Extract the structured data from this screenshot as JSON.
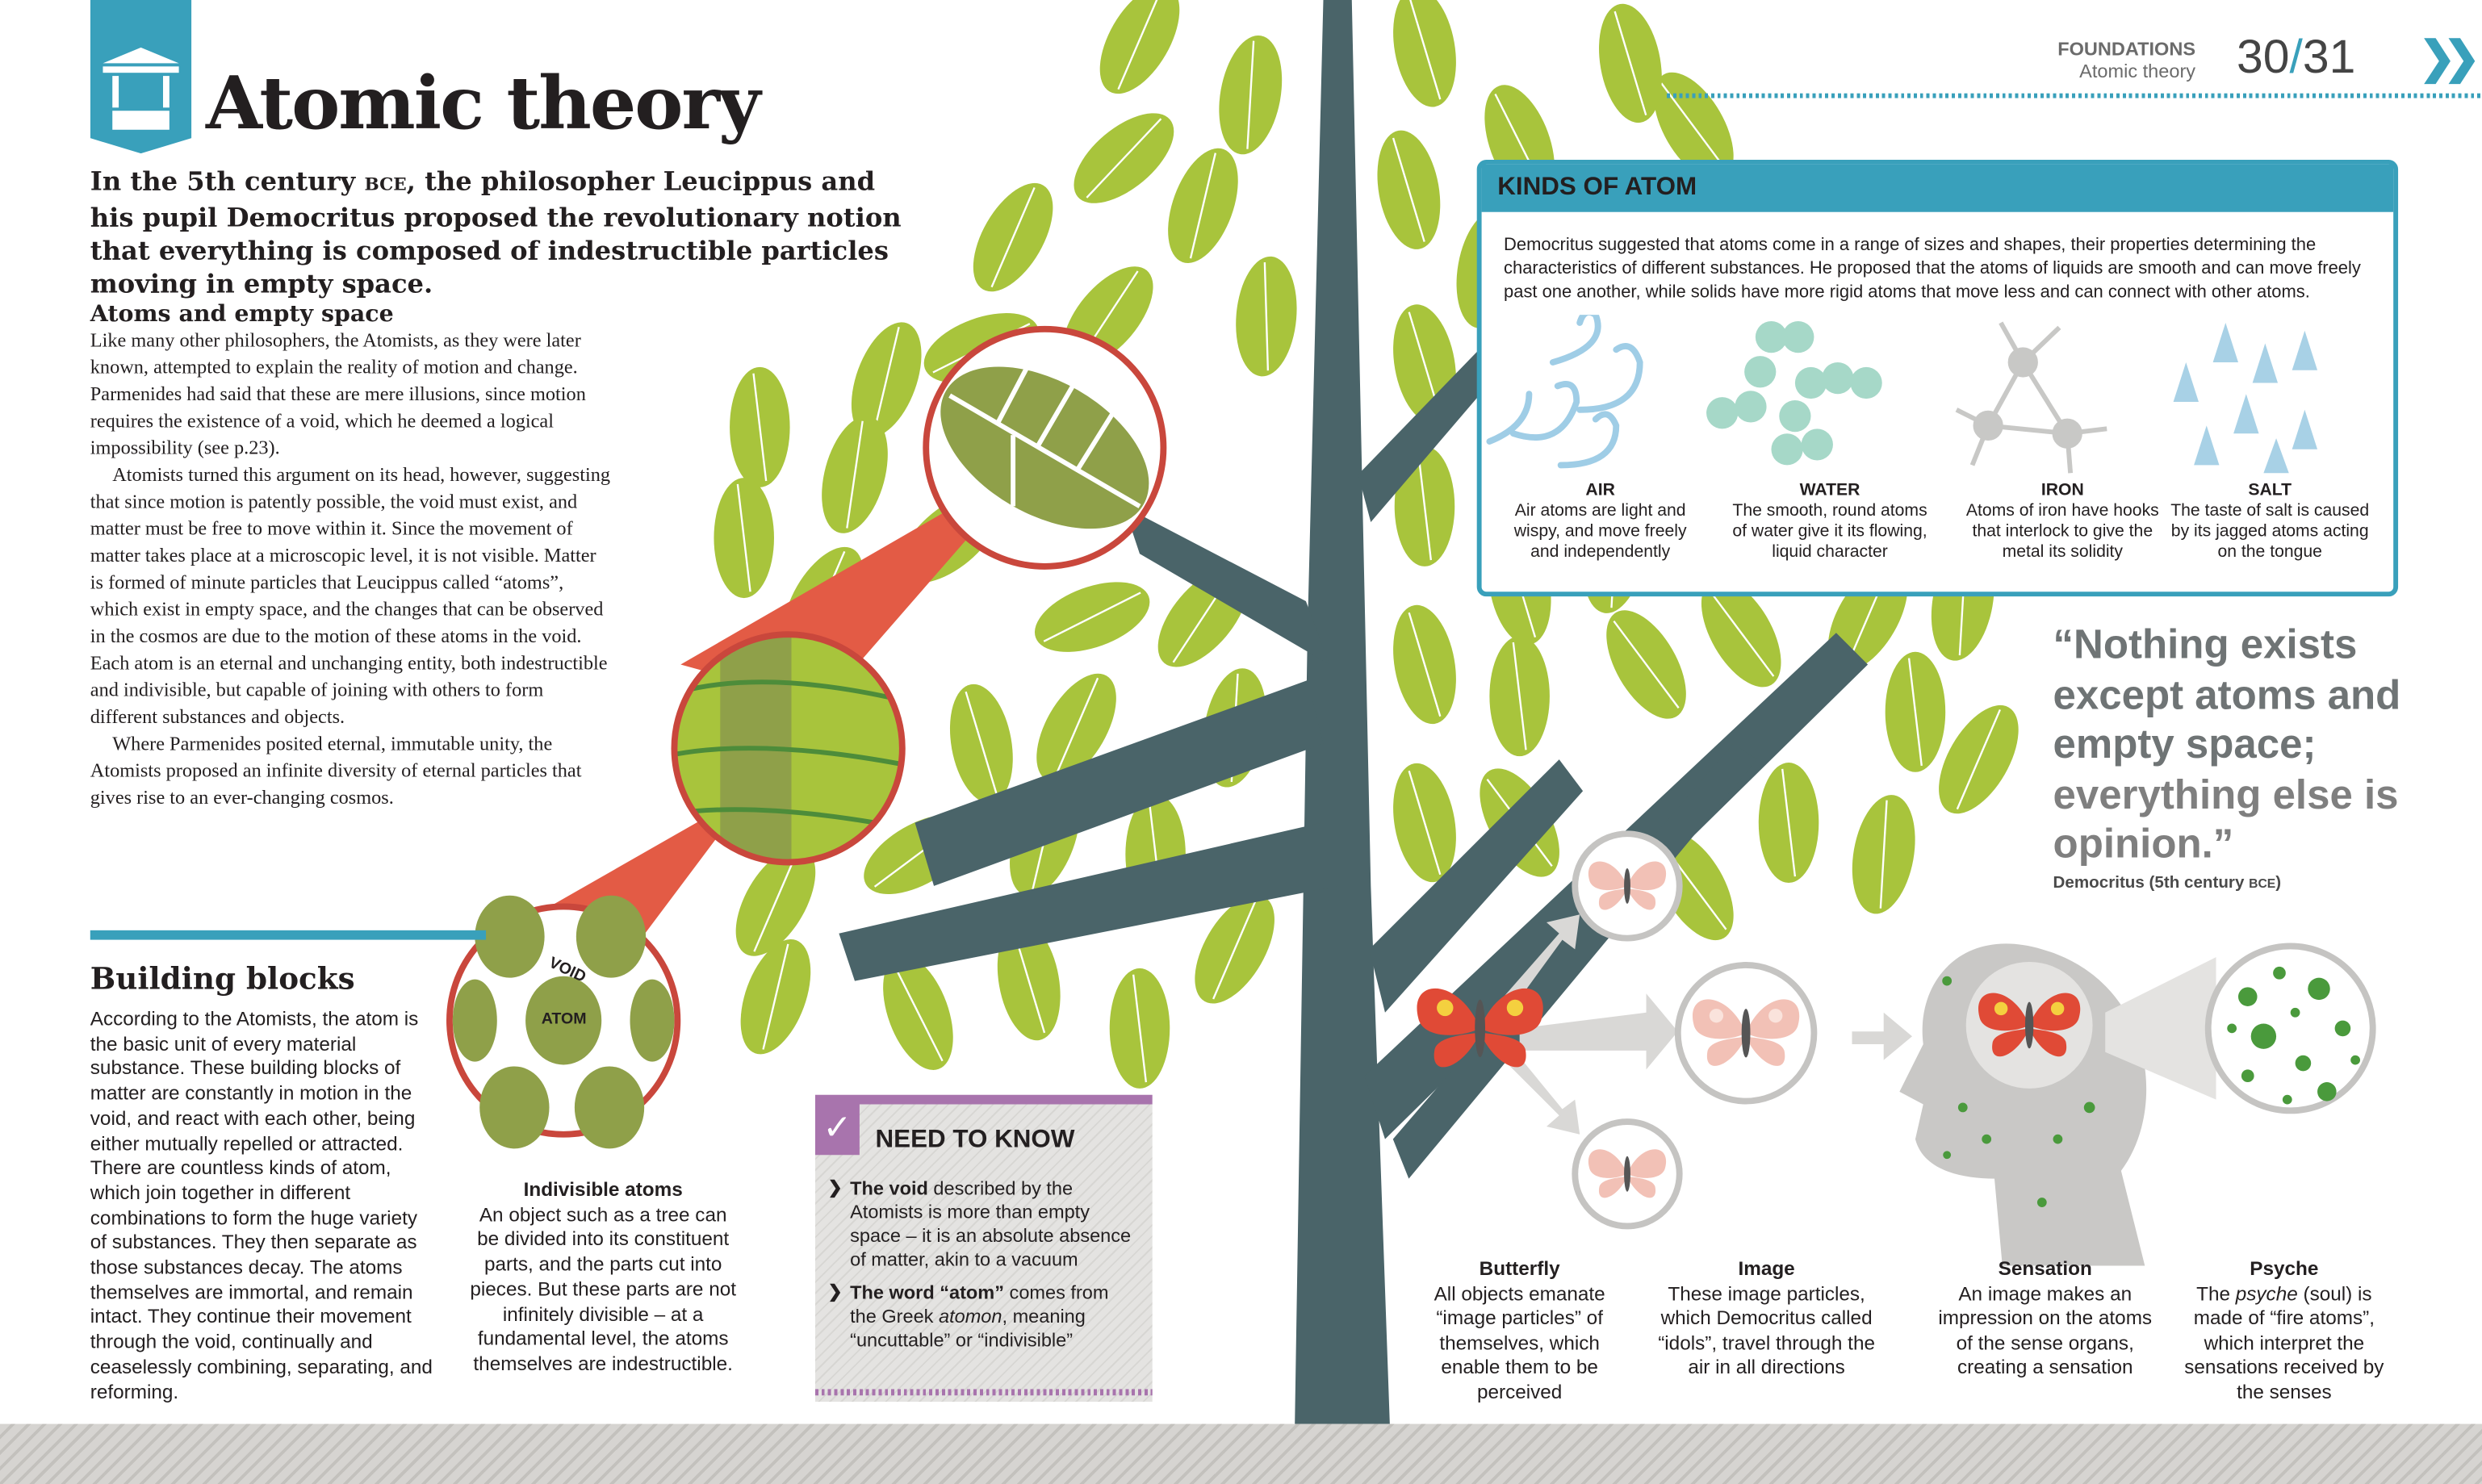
{
  "header": {
    "section": "FOUNDATIONS",
    "subsection": "Atomic theory",
    "page_left": "30",
    "page_sep": "/",
    "page_right": "31",
    "next_icon": "double-chevron-right-icon"
  },
  "title": "Atomic theory",
  "title_icon": "greek-temple-icon",
  "intro": {
    "before": "In the 5th century ",
    "era": "BCE",
    "after": ", the philosopher Leucippus and his pupil Democritus proposed the revolutionary notion that everything is composed of indestructible particles moving in empty space."
  },
  "atoms_empty_space": {
    "heading": "Atoms and empty space",
    "paragraphs": [
      "Like many other philosophers, the Atomists, as they were later known, attempted to explain the reality of motion and change. Parmenides had said that these are mere illusions, since motion requires the existence of a void, which he deemed a logical impossibility (see p.23).",
      "Atomists turned this argument on its head, however, suggesting that since motion is patently possible, the void must exist, and matter must be free to move within it. Since the movement of matter takes place at a microscopic level, it is not visible. Matter is formed of minute particles that Leucippus called “atoms”, which exist in empty space, and the changes that can be observed in the cosmos are due to the motion of these atoms in the void. Each atom is an eternal and unchanging entity, both indestructible and indivisible, but capable of joining with others to form different substances and objects.",
      "Where Parmenides posited eternal, immutable unity, the Atomists proposed an infinite diversity of eternal particles that gives rise to an ever-changing cosmos."
    ]
  },
  "building_blocks": {
    "heading": "Building blocks",
    "text": "According to the Atomists, the atom is the basic unit of every material substance. These building blocks of matter are constantly in motion in the void, and react with each other, being either mutually repelled or attracted. There are countless kinds of atom, which join together in different combinations to form the huge variety of substances. They then separate as those substances decay. The atoms themselves are immortal, and remain intact. They continue their movement through the void, continually and ceaselessly combining, separating, and reforming."
  },
  "diagram_labels": {
    "void": "VOID",
    "atom": "ATOM"
  },
  "indivisible": {
    "heading": "Indivisible atoms",
    "text": "An object such as a tree can be divided into its constituent parts, and the parts cut into pieces. But these parts are not infinitely divisible – at a fundamental level, the atoms themselves are indestructible."
  },
  "need_to_know": {
    "heading": "NEED TO KNOW",
    "icon": "checkmark-icon",
    "items": [
      {
        "bold": "The void",
        "text": " described by the Atomists is more than empty space – it is an absolute absence of matter, akin to a vacuum"
      },
      {
        "bold": "The word “atom”",
        "text": " comes from the Greek ",
        "italic": "atomon",
        "text2": ", meaning “uncuttable” or “indivisible”"
      }
    ]
  },
  "kinds_of_atom": {
    "heading": "KINDS OF ATOM",
    "description": "Democritus suggested that atoms come in a range of sizes and shapes, their properties determining the characteristics of different substances. He proposed that the atoms of liquids are smooth and can move freely past one another, while solids have more rigid atoms that move less and can connect with other atoms.",
    "kinds": [
      {
        "name": "AIR",
        "text": "Air atoms are light and wispy, and move freely and independently",
        "color": "#9fcde6"
      },
      {
        "name": "WATER",
        "text": "The smooth, round atoms of water give it its flowing, liquid character",
        "color": "#a6d8c8"
      },
      {
        "name": "IRON",
        "text": "Atoms of iron have hooks that interlock to give the metal its solidity",
        "color": "#c8c8c6"
      },
      {
        "name": "SALT",
        "text": "The taste of salt is caused by its jagged atoms acting on the tongue",
        "color": "#a8d1e6"
      }
    ]
  },
  "quote": {
    "line1": "“Nothing exists except atoms and empty space;",
    "line2": "everything else is opinion.”",
    "attribution": "Democritus (5th century ",
    "attribution_era": "BCE",
    ")": ")"
  },
  "perception": [
    {
      "heading": "Butterfly",
      "text": "All objects emanate “image particles” of themselves, which enable them to be perceived"
    },
    {
      "heading": "Image",
      "text": "These image particles, which Democritus called “idols”, travel through the air in all directions"
    },
    {
      "heading": "Sensation",
      "text": "An image makes an impression on the atoms of the sense organs, creating a sensation"
    },
    {
      "heading": "Psyche",
      "pre": "The ",
      "italic": "psyche",
      "text": " (soul) is made of “fire atoms”, which interpret the sensations received by the senses"
    }
  ],
  "colors": {
    "accent": "#39a0bb",
    "leaf": "#a8c43c",
    "trunk": "#4a6469",
    "red": "#e35b45",
    "purple": "#a874ad",
    "quote": "#7f7f7f"
  }
}
